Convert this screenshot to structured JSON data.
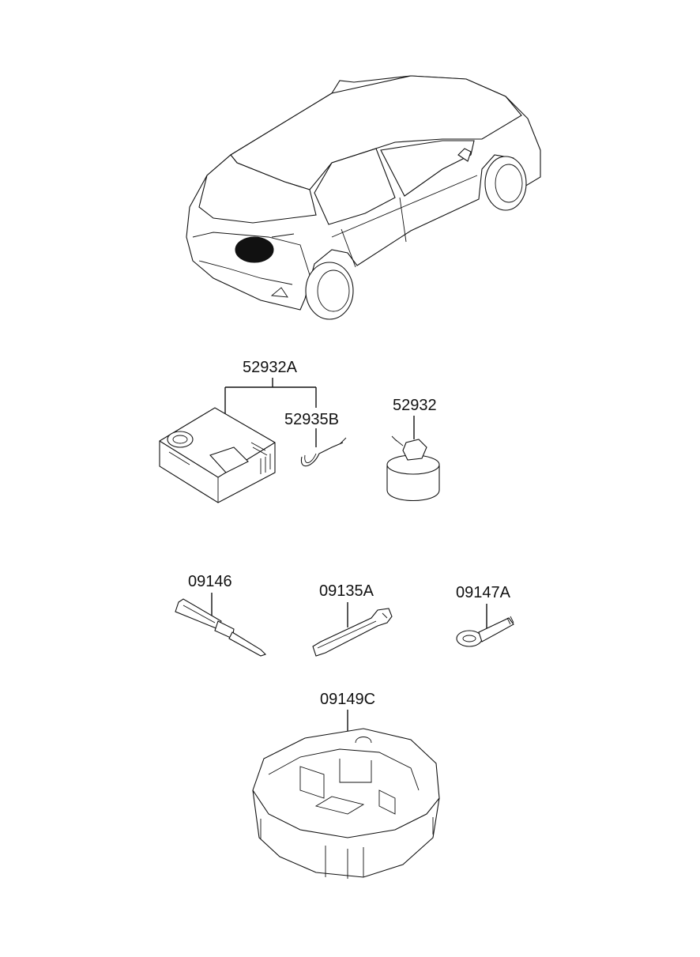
{
  "parts": [
    {
      "id": "p52932A",
      "label": "52932A"
    },
    {
      "id": "p52935B",
      "label": "52935B"
    },
    {
      "id": "p52932",
      "label": "52932"
    },
    {
      "id": "p09146",
      "label": "09146"
    },
    {
      "id": "p09135A",
      "label": "09135A"
    },
    {
      "id": "p09147A",
      "label": "09147A"
    },
    {
      "id": "p09149C",
      "label": "09149C"
    }
  ]
}
